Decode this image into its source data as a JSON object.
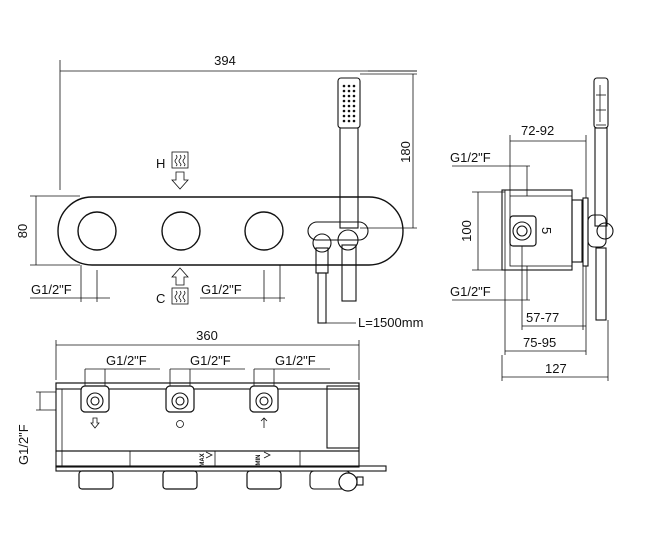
{
  "labels": {
    "front_width": "394",
    "front_height": "80",
    "hose_height": "180",
    "hot_letter": "H",
    "cold_letter": "C",
    "inlet_front_left": "G1/2\"F",
    "inlet_front_mid": "G1/2\"F",
    "hose_length": "L=1500mm",
    "side_top_depth": "72-92",
    "side_inlet_top": "G1/2\"F",
    "side_height": "100",
    "side_inlet_bottom": "G1/2\"F",
    "side_depth_1": "57-77",
    "side_depth_2": "75-95",
    "side_total_depth": "127",
    "top_width": "360",
    "top_outlet_1": "G1/2\"F",
    "top_outlet_2": "G1/2\"F",
    "top_outlet_3": "G1/2\"F",
    "top_side_outlet": "G1/2\"F",
    "mark_max": "MAX",
    "mark_min": "MIN",
    "mark_5": "5"
  }
}
